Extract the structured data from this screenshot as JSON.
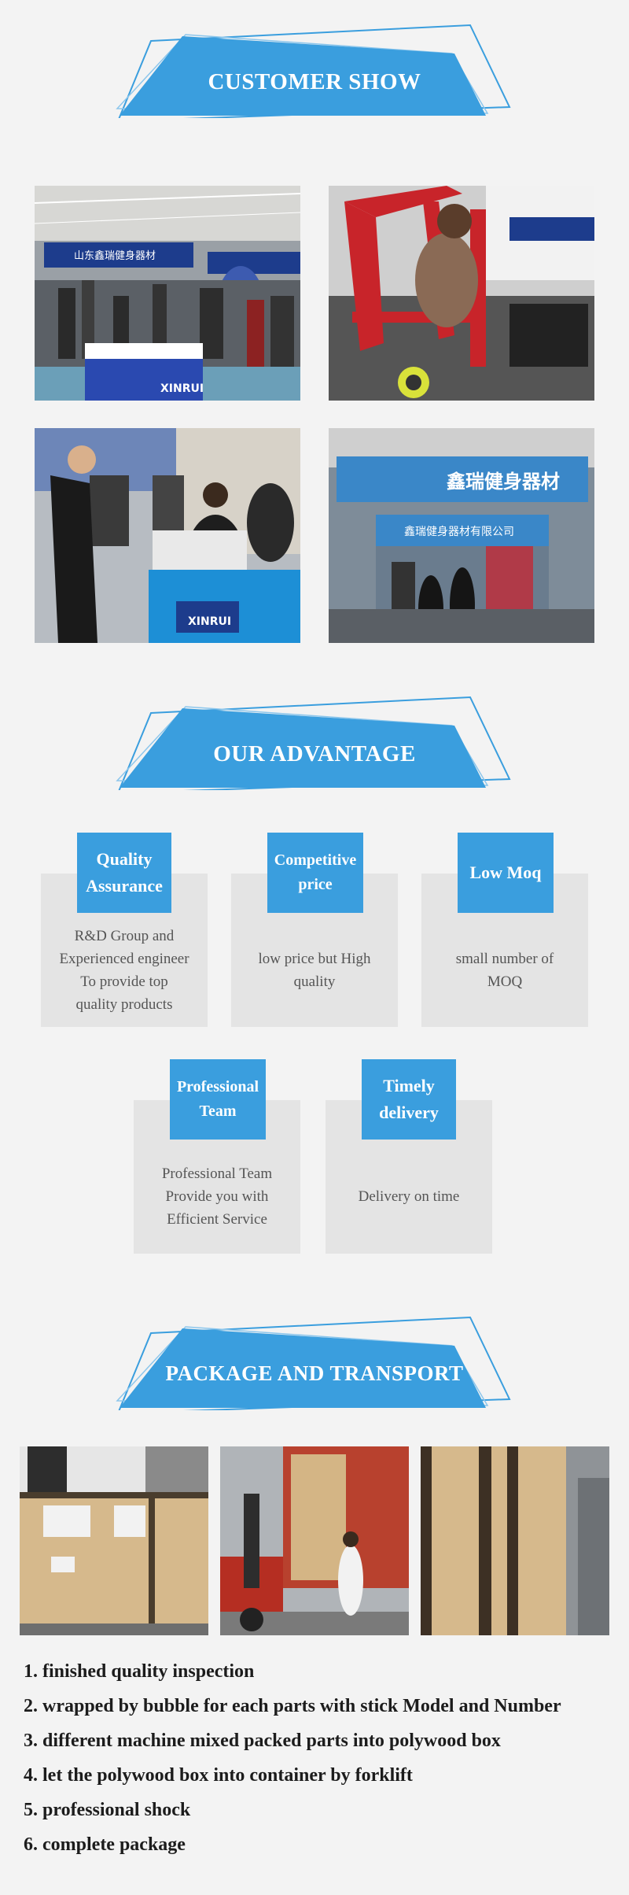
{
  "sections": {
    "customer_show": {
      "title": "CUSTOMER SHOW"
    },
    "our_advantage": {
      "title": "OUR ADVANTAGE"
    },
    "package_transport": {
      "title": "PACKAGE AND TRANSPORT"
    }
  },
  "customer_photos": [
    {
      "sign_text": "XINRUI"
    },
    {
      "sign_text": ""
    },
    {
      "sign_text": "XINRUI"
    },
    {
      "sign_text": "鑫瑞健身器材",
      "sign_subtext": "鑫瑞健身器材有限公司"
    }
  ],
  "advantages": [
    {
      "title_line1": "Quality",
      "title_line2": "Assurance",
      "desc_line1": "R&D Group and",
      "desc_line2": "Experienced engineer",
      "desc_line3": "To provide top",
      "desc_line4": "quality products"
    },
    {
      "title_line1": "Competitive",
      "title_line2": "price",
      "desc_line1": "low price but High",
      "desc_line2": "quality"
    },
    {
      "title_line1": "Low Moq",
      "desc_line1": "small number of",
      "desc_line2": "MOQ"
    },
    {
      "title_line1": "Professional",
      "title_line2": "Team",
      "desc_line1": "Professional Team",
      "desc_line2": "Provide you with",
      "desc_line3": "Efficient Service"
    },
    {
      "title_line1": "Timely",
      "title_line2": "delivery",
      "desc_line1": "Delivery on time"
    }
  ],
  "package_steps": [
    "1. finished quality inspection",
    "2. wrapped by bubble for each parts with stick Model and Number",
    "3. different machine mixed packed parts into polywood box",
    "4. let the polywood box into container by forklift",
    "5. professional shock",
    "6. complete package"
  ],
  "colors": {
    "accent": "#3a9ede",
    "card_bg": "#e4e4e4",
    "page_bg": "#f3f3f3"
  }
}
